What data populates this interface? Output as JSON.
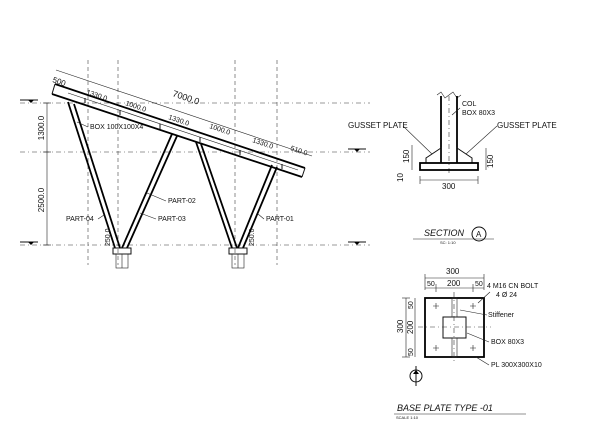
{
  "elevation": {
    "top_dims": [
      "500",
      "1330.0",
      "7000.0",
      "1000.0",
      "1330.0",
      "1000.0",
      "1330.0",
      "510.0"
    ],
    "height_dims": [
      "1300.0",
      "2500.0"
    ],
    "base_dims": [
      "250.0",
      "250.0"
    ],
    "member_labels": [
      "BOX 100X100X4",
      "PART-02",
      "PART-03",
      "PART-04",
      "PART-01"
    ]
  },
  "section_a": {
    "col_label": "COL",
    "col_size": "BOX 80X3",
    "gusset_left": "GUSSET PLATE",
    "gusset_right": "GUSSET PLATE",
    "dim_150_left": "150",
    "dim_10": "10",
    "dim_300": "300",
    "dim_150_right": "150",
    "title": "SECTION",
    "marker": "A",
    "scale": "SC: 1:10"
  },
  "base_plate": {
    "dim_total": "300",
    "dim_top": [
      "50",
      "200",
      "50"
    ],
    "bolt_note": "4 M16 CN BOLT",
    "hole_note": "4 Ø 24",
    "stiffener": "Stiffener",
    "box": "BOX 80X3",
    "plate": "PL 300X300X10",
    "dim_side_total": "300",
    "dim_side": [
      "50",
      "200",
      "50"
    ],
    "title": "BASE PLATE TYPE -01",
    "scale": "SCALE 1:10"
  }
}
